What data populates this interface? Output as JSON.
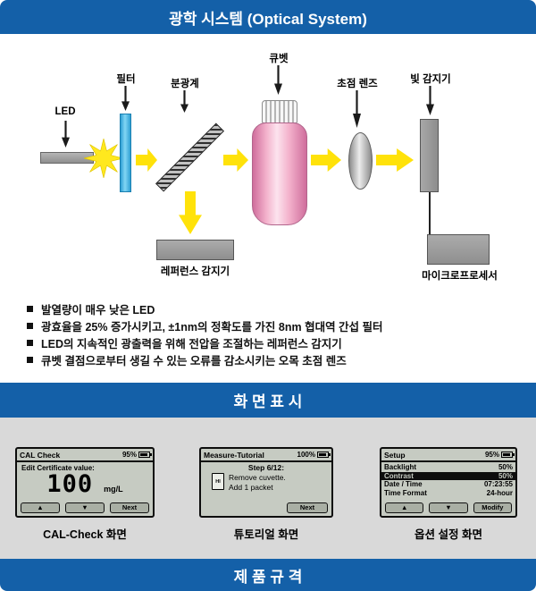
{
  "sections": {
    "optical": {
      "title": "광학 시스템 (Optical System)"
    },
    "display": {
      "title": "화 면 표 시"
    },
    "specs": {
      "title": "제 품 규 격"
    }
  },
  "diagram": {
    "labels": {
      "led": "LED",
      "filter": "필터",
      "beam_splitter": "분광계",
      "cuvette": "큐벳",
      "focus_lens": "초점 렌즈",
      "light_detector": "빛 감지기",
      "reference_detector": "레퍼런스 감지기",
      "microprocessor": "마이크로프로세서"
    }
  },
  "bullets": [
    {
      "text": "발열량이 매우 낮은 LED"
    },
    {
      "text": "광효율을 25% 증가시키고, ±1nm의 정확도를 가진 8nm 협대역 간섭 필터"
    },
    {
      "text": "LED의 지속적인 광출력을 위해 전압을 조절하는 레퍼런스 감지기"
    },
    {
      "text": "큐벳 결점으로부터 생길 수 있는 오류를 감소시키는 오목 초점 렌즈"
    }
  ],
  "screens": {
    "cal_check": {
      "title": "CAL Check",
      "battery": "95%",
      "prompt": "Edit Certificate value:",
      "value": "100",
      "unit": "mg/L",
      "btn_up": "▲",
      "btn_down": "▼",
      "btn_next": "Next",
      "caption": "CAL-Check 화면"
    },
    "tutorial": {
      "title": "Measure-Tutorial",
      "battery": "100%",
      "step": "Step 6/12:",
      "line1": "Remove cuvette.",
      "line2": "Add 1 packet",
      "icon_text": "HI",
      "btn_next": "Next",
      "caption": "튜토리얼 화면"
    },
    "setup": {
      "title": "Setup",
      "battery": "95%",
      "rows": [
        {
          "label": "Backlight",
          "value": "50%"
        },
        {
          "label": "Contrast",
          "value": "50%"
        },
        {
          "label": "Date / Time",
          "value": "07:23:55"
        },
        {
          "label": "Time Format",
          "value": "24-hour"
        }
      ],
      "btn_up": "▲",
      "btn_down": "▼",
      "btn_modify": "Modify",
      "caption": "옵션 설정 화면"
    }
  }
}
